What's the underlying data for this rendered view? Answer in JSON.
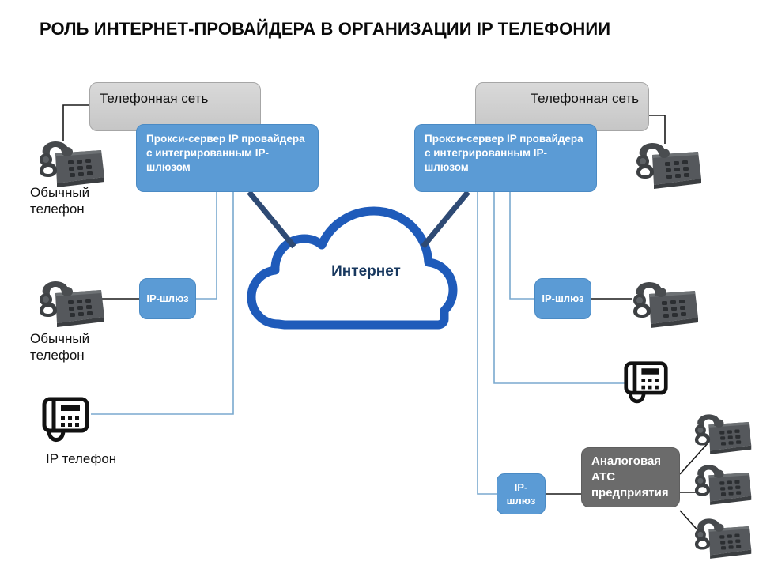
{
  "title": "РОЛЬ ИНТЕРНЕТ-ПРОВАЙДЕРА В ОРГАНИЗАЦИИ IP ТЕЛЕФОНИИ",
  "colors": {
    "blue_box": "#5b9bd5",
    "gray_box": "#cfcfcf",
    "dark_gray_box": "#6b6b6b",
    "cloud_outline": "#1f5bba",
    "cloud_label": "#17375e",
    "thick_link": "#2e4a74",
    "thin_link": "#7aa9cf",
    "black_link": "#1a1a1a",
    "phone_body": "#4c4f52",
    "title_text": "#0a0a0a"
  },
  "cloud": {
    "label": "Интернет",
    "icon": "cloud-icon"
  },
  "left_branch": {
    "pstn_box": {
      "label": "Телефонная\nсеть",
      "align": "left"
    },
    "proxy_box": {
      "label": "Прокси-сервер IP провайдера с интегрированным IP-шлюзом"
    },
    "gateway_box": {
      "label": "IP-шлюз"
    },
    "phone_top": {
      "caption": "Обычный\nтелефон",
      "icon": "desk-phone-icon"
    },
    "phone_bottom": {
      "caption": "Обычный\nтелефон",
      "icon": "desk-phone-icon"
    },
    "ip_phone": {
      "caption": "IP телефон",
      "icon": "ip-phone-icon"
    }
  },
  "right_branch": {
    "pstn_box": {
      "label": "Телефонная\nсеть",
      "align": "right"
    },
    "proxy_box": {
      "label": "Прокси-сервер IP провайдера с интегрированным IP-шлюзом"
    },
    "gateway_box_mid": {
      "label": "IP-шлюз"
    },
    "gateway_box_bottom": {
      "label": "IP-шлюз"
    },
    "pbx_box": {
      "label": "Аналоговая АТС предприятия"
    },
    "phone_top": {
      "icon": "desk-phone-icon"
    },
    "phone_mid": {
      "icon": "desk-phone-icon"
    },
    "ip_phone": {
      "icon": "ip-phone-icon"
    },
    "pbx_phones": [
      {
        "icon": "desk-phone-icon"
      },
      {
        "icon": "desk-phone-icon"
      },
      {
        "icon": "desk-phone-icon"
      }
    ]
  }
}
